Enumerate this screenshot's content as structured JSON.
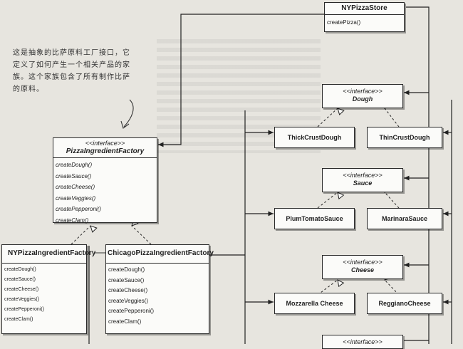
{
  "note": {
    "lines": [
      "这是抽象的比萨原料工厂接口，它",
      "定义了如何产生一个相关产品的家",
      "族。这个家族包含了所有制作比萨",
      "的原料。"
    ]
  },
  "store": {
    "name": "NYPizzaStore",
    "op": "createPizza()"
  },
  "factory_interface": {
    "stereotype": "<<interface>>",
    "name": "PizzaIngredientFactory",
    "ops": [
      "createDough()",
      "createSauce()",
      "createCheese()",
      "createVeggies()",
      "createPepperoni()",
      "createClam()"
    ]
  },
  "ny_factory": {
    "name": "NYPizzaIngredientFactory",
    "ops": [
      "createDough()",
      "createSauce()",
      "createCheese()",
      "createVeggies()",
      "createPepperoni()",
      "createClam()"
    ]
  },
  "chicago_factory": {
    "name": "ChicagoPizzaIngredientFactory",
    "ops": [
      "createDough()",
      "createSauce()",
      "createCheese()",
      "createVeggies()",
      "createPepperoni()",
      "createClam()"
    ]
  },
  "products": {
    "dough": {
      "stereotype": "<<interface>>",
      "name": "Dough",
      "left": "ThickCrustDough",
      "right": "ThinCrustDough"
    },
    "sauce": {
      "stereotype": "<<interface>>",
      "name": "Sauce",
      "left": "PlumTomatoSauce",
      "right": "MarinaraSauce"
    },
    "cheese": {
      "stereotype": "<<interface>>",
      "name": "Cheese",
      "left": "Mozzarella Cheese",
      "right": "ReggianoCheese"
    },
    "next": {
      "stereotype": "<<interface>>"
    }
  }
}
